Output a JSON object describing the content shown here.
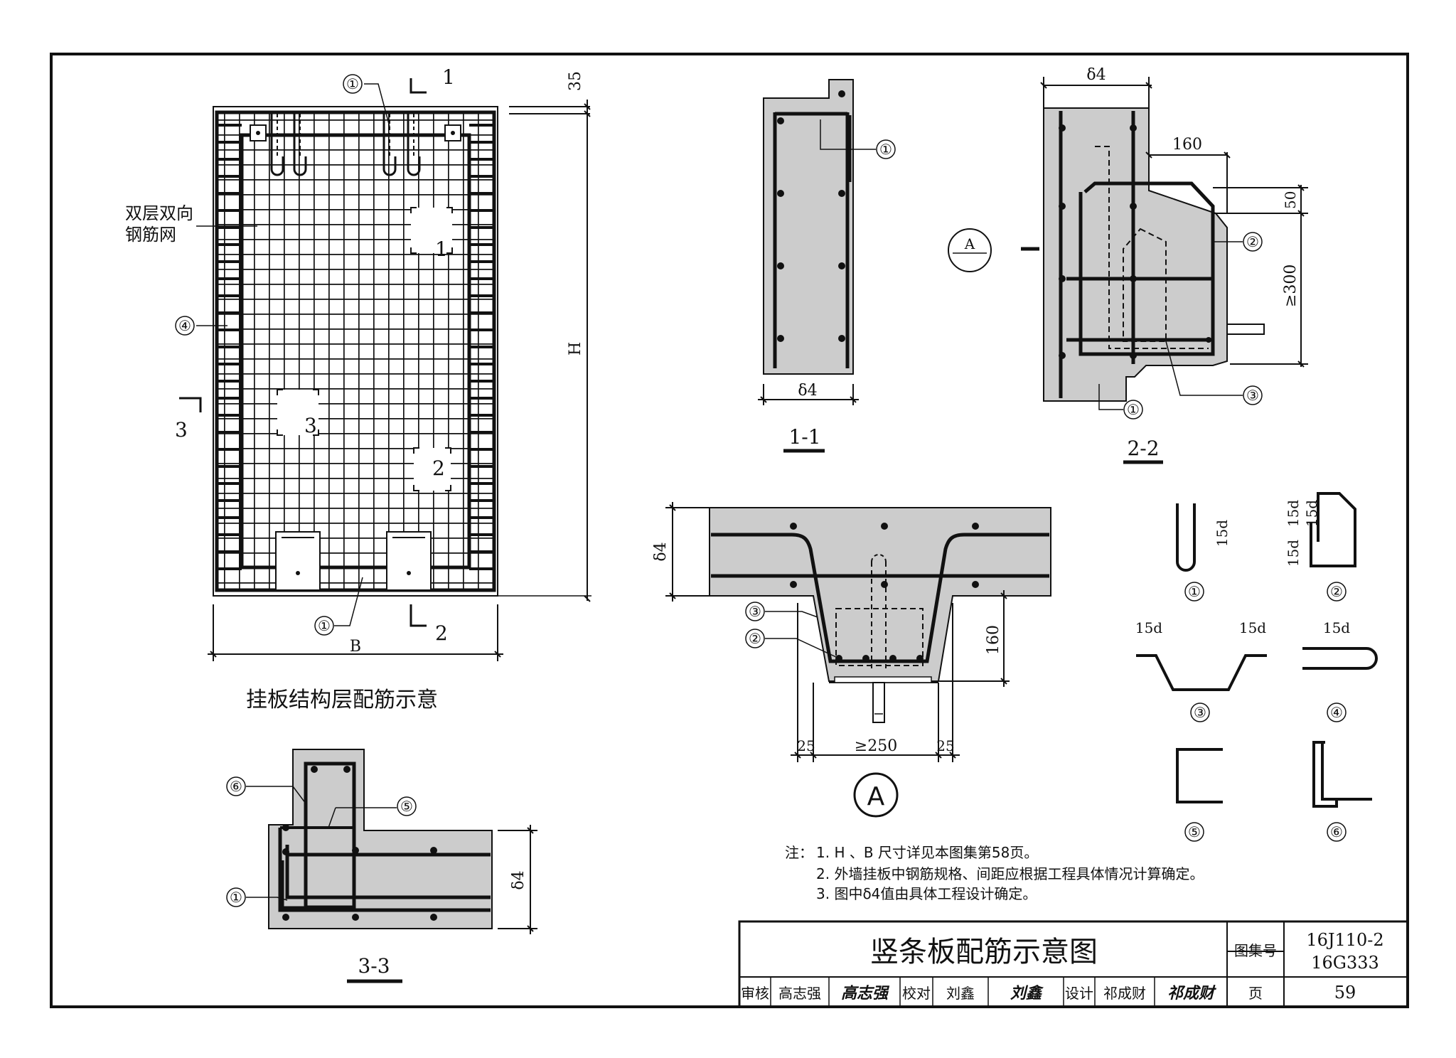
{
  "main_plan": {
    "caption": "挂板结构层配筋示意",
    "mesh_label_line1": "双层双向",
    "mesh_label_line2": "钢筋网",
    "dim_top": "35",
    "dim_height": "H",
    "dim_width": "B",
    "section_1": "1",
    "section_2": "2",
    "section_3": "3",
    "callout_1": "①",
    "callout_4": "④"
  },
  "section_1_1": {
    "title": "1-1",
    "dim": "δ4",
    "callout": "①"
  },
  "section_2_2": {
    "title": "2-2",
    "dim_top": "δ4",
    "dim_160": "160",
    "dim_50": "50",
    "dim_300": "≥300",
    "detail_mark": "A",
    "callout_1": "①",
    "callout_2": "②",
    "callout_3": "③"
  },
  "detail_a": {
    "mark": "A",
    "dim_thickness": "δ4",
    "dim_160": "160",
    "dim_25_left": "25",
    "dim_250": "≥250",
    "dim_25_right": "25",
    "callout_2": "②",
    "callout_3": "③"
  },
  "section_3_3": {
    "title": "3-3",
    "dim": "δ4",
    "callout_1": "①",
    "callout_5": "⑤",
    "callout_6": "⑥"
  },
  "bar_shapes": [
    {
      "id": "①",
      "label": "15d"
    },
    {
      "id": "②",
      "label_a": "15d",
      "label_b": "15d",
      "label_c": "15d"
    },
    {
      "id": "③",
      "label_a": "15d",
      "label_b": "15d"
    },
    {
      "id": "④",
      "label": "15d"
    },
    {
      "id": "⑤"
    },
    {
      "id": "⑥"
    }
  ],
  "notes": {
    "prefix": "注：",
    "items": [
      "1.  H 、B 尺寸详见本图集第58页。",
      "2.  外墙挂板中钢筋规格、间距应根据工程具体情况计算确定。",
      "3.  图中δ4值由具体工程设计确定。"
    ]
  },
  "title_block": {
    "title": "竖条板配筋示意图",
    "atlas_label": "图集号",
    "atlas_no_1": "16J110-2",
    "atlas_no_2": "16G333",
    "review_label": "审核",
    "review_name": "高志强",
    "review_sign": "高志强",
    "check_label": "校对",
    "check_name": "刘鑫",
    "check_sign": "刘鑫",
    "design_label": "设计",
    "design_name": "祁成财",
    "design_sign": "祁成财",
    "page_label": "页",
    "page_no": "59"
  }
}
